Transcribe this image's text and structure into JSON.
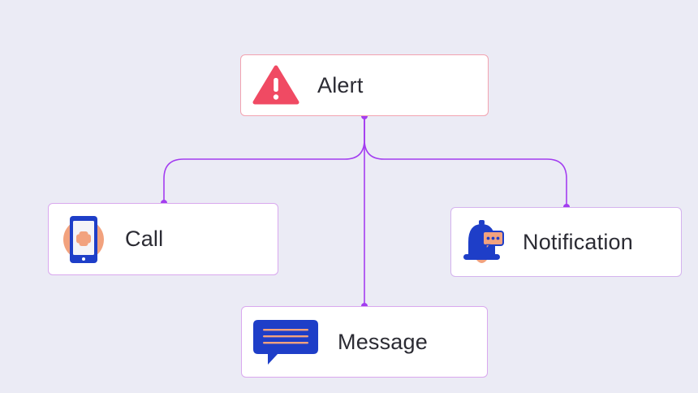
{
  "nodes": {
    "alert": {
      "label": "Alert",
      "icon": "warning-triangle-icon"
    },
    "call": {
      "label": "Call",
      "icon": "mobile-phone-icon"
    },
    "notification": {
      "label": "Notification",
      "icon": "bell-notification-icon"
    },
    "message": {
      "label": "Message",
      "icon": "chat-bubble-icon"
    }
  },
  "colors": {
    "background": "#ebebf5",
    "connector": "#a33df0",
    "alert_border": "#f2a3b0",
    "child_border": "#d9a8ee",
    "alert_icon": "#f04a63",
    "icon_blue": "#1e3ec8",
    "icon_peach": "#f2a27e"
  }
}
